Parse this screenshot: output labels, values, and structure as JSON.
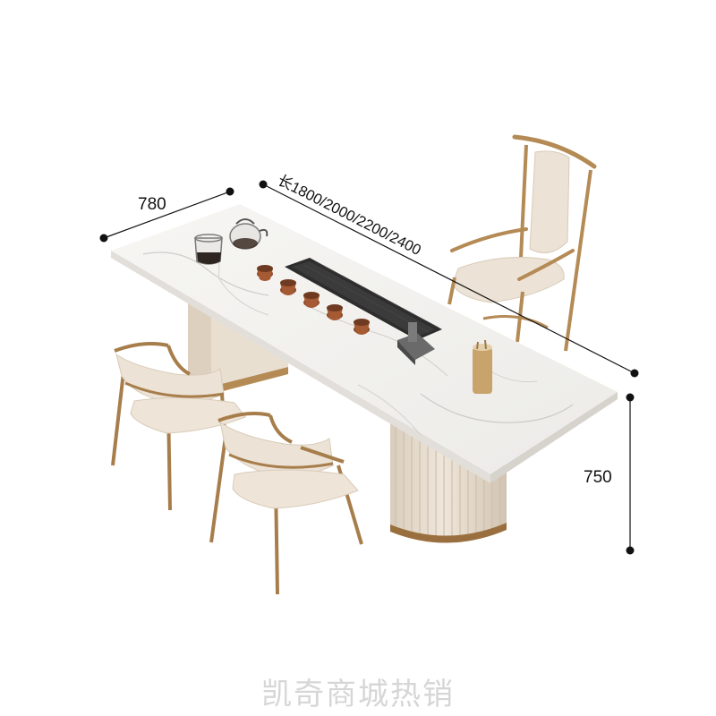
{
  "dimensions": {
    "width": "780",
    "length": "长1800/2000/2200/2400",
    "height": "750"
  },
  "store_name": "凯奇商城热销",
  "colors": {
    "background": "#ffffff",
    "tabletop_marble": "#f1efec",
    "cushion": "#ece2d5",
    "frame_gold": "#b48a55",
    "base_cream": "#e7dccd",
    "tea_tray": "#2d2d2d",
    "teacups": "#8a4a2c",
    "watermark": "#d6d6d6"
  },
  "objects": [
    "tea-table",
    "marble-tabletop",
    "tea-tray",
    "teacups",
    "glass-kettle",
    "glass-pitcher",
    "tea-tool-holder",
    "fluted-round-pedestal",
    "rectangular-base",
    "armchair-high-back",
    "armchair-round-back"
  ]
}
